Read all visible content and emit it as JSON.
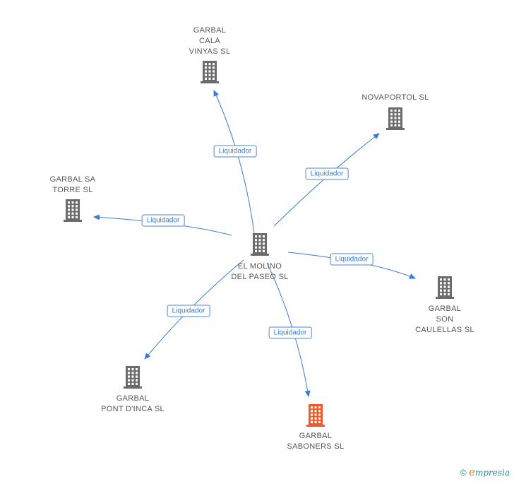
{
  "center": {
    "name": "EL MOLINO\nDEL PASEO  SL"
  },
  "relations": [
    {
      "target": "GARBAL\nCALA\nVINYAS SL",
      "label": "Liquidador"
    },
    {
      "target": "NOVAPORTOL SL",
      "label": "Liquidador"
    },
    {
      "target": "GARBAL SA\nTORRE SL",
      "label": "Liquidador"
    },
    {
      "target": "GARBAL\nSON\nCAULELLAS SL",
      "label": "Liquidador"
    },
    {
      "target": "GARBAL\nPONT D'INCA SL",
      "label": "Liquidador"
    },
    {
      "target": "GARBAL\nSABONERS SL",
      "label": "Liquidador",
      "highlight": true
    }
  ],
  "colors": {
    "building": "#6b6b6b",
    "highlight": "#f05a28",
    "edge": "#3a7bd5"
  },
  "icons": {
    "node": "building-icon"
  },
  "brand": {
    "symbol": "©",
    "e": "e",
    "rest": "mpresia"
  }
}
